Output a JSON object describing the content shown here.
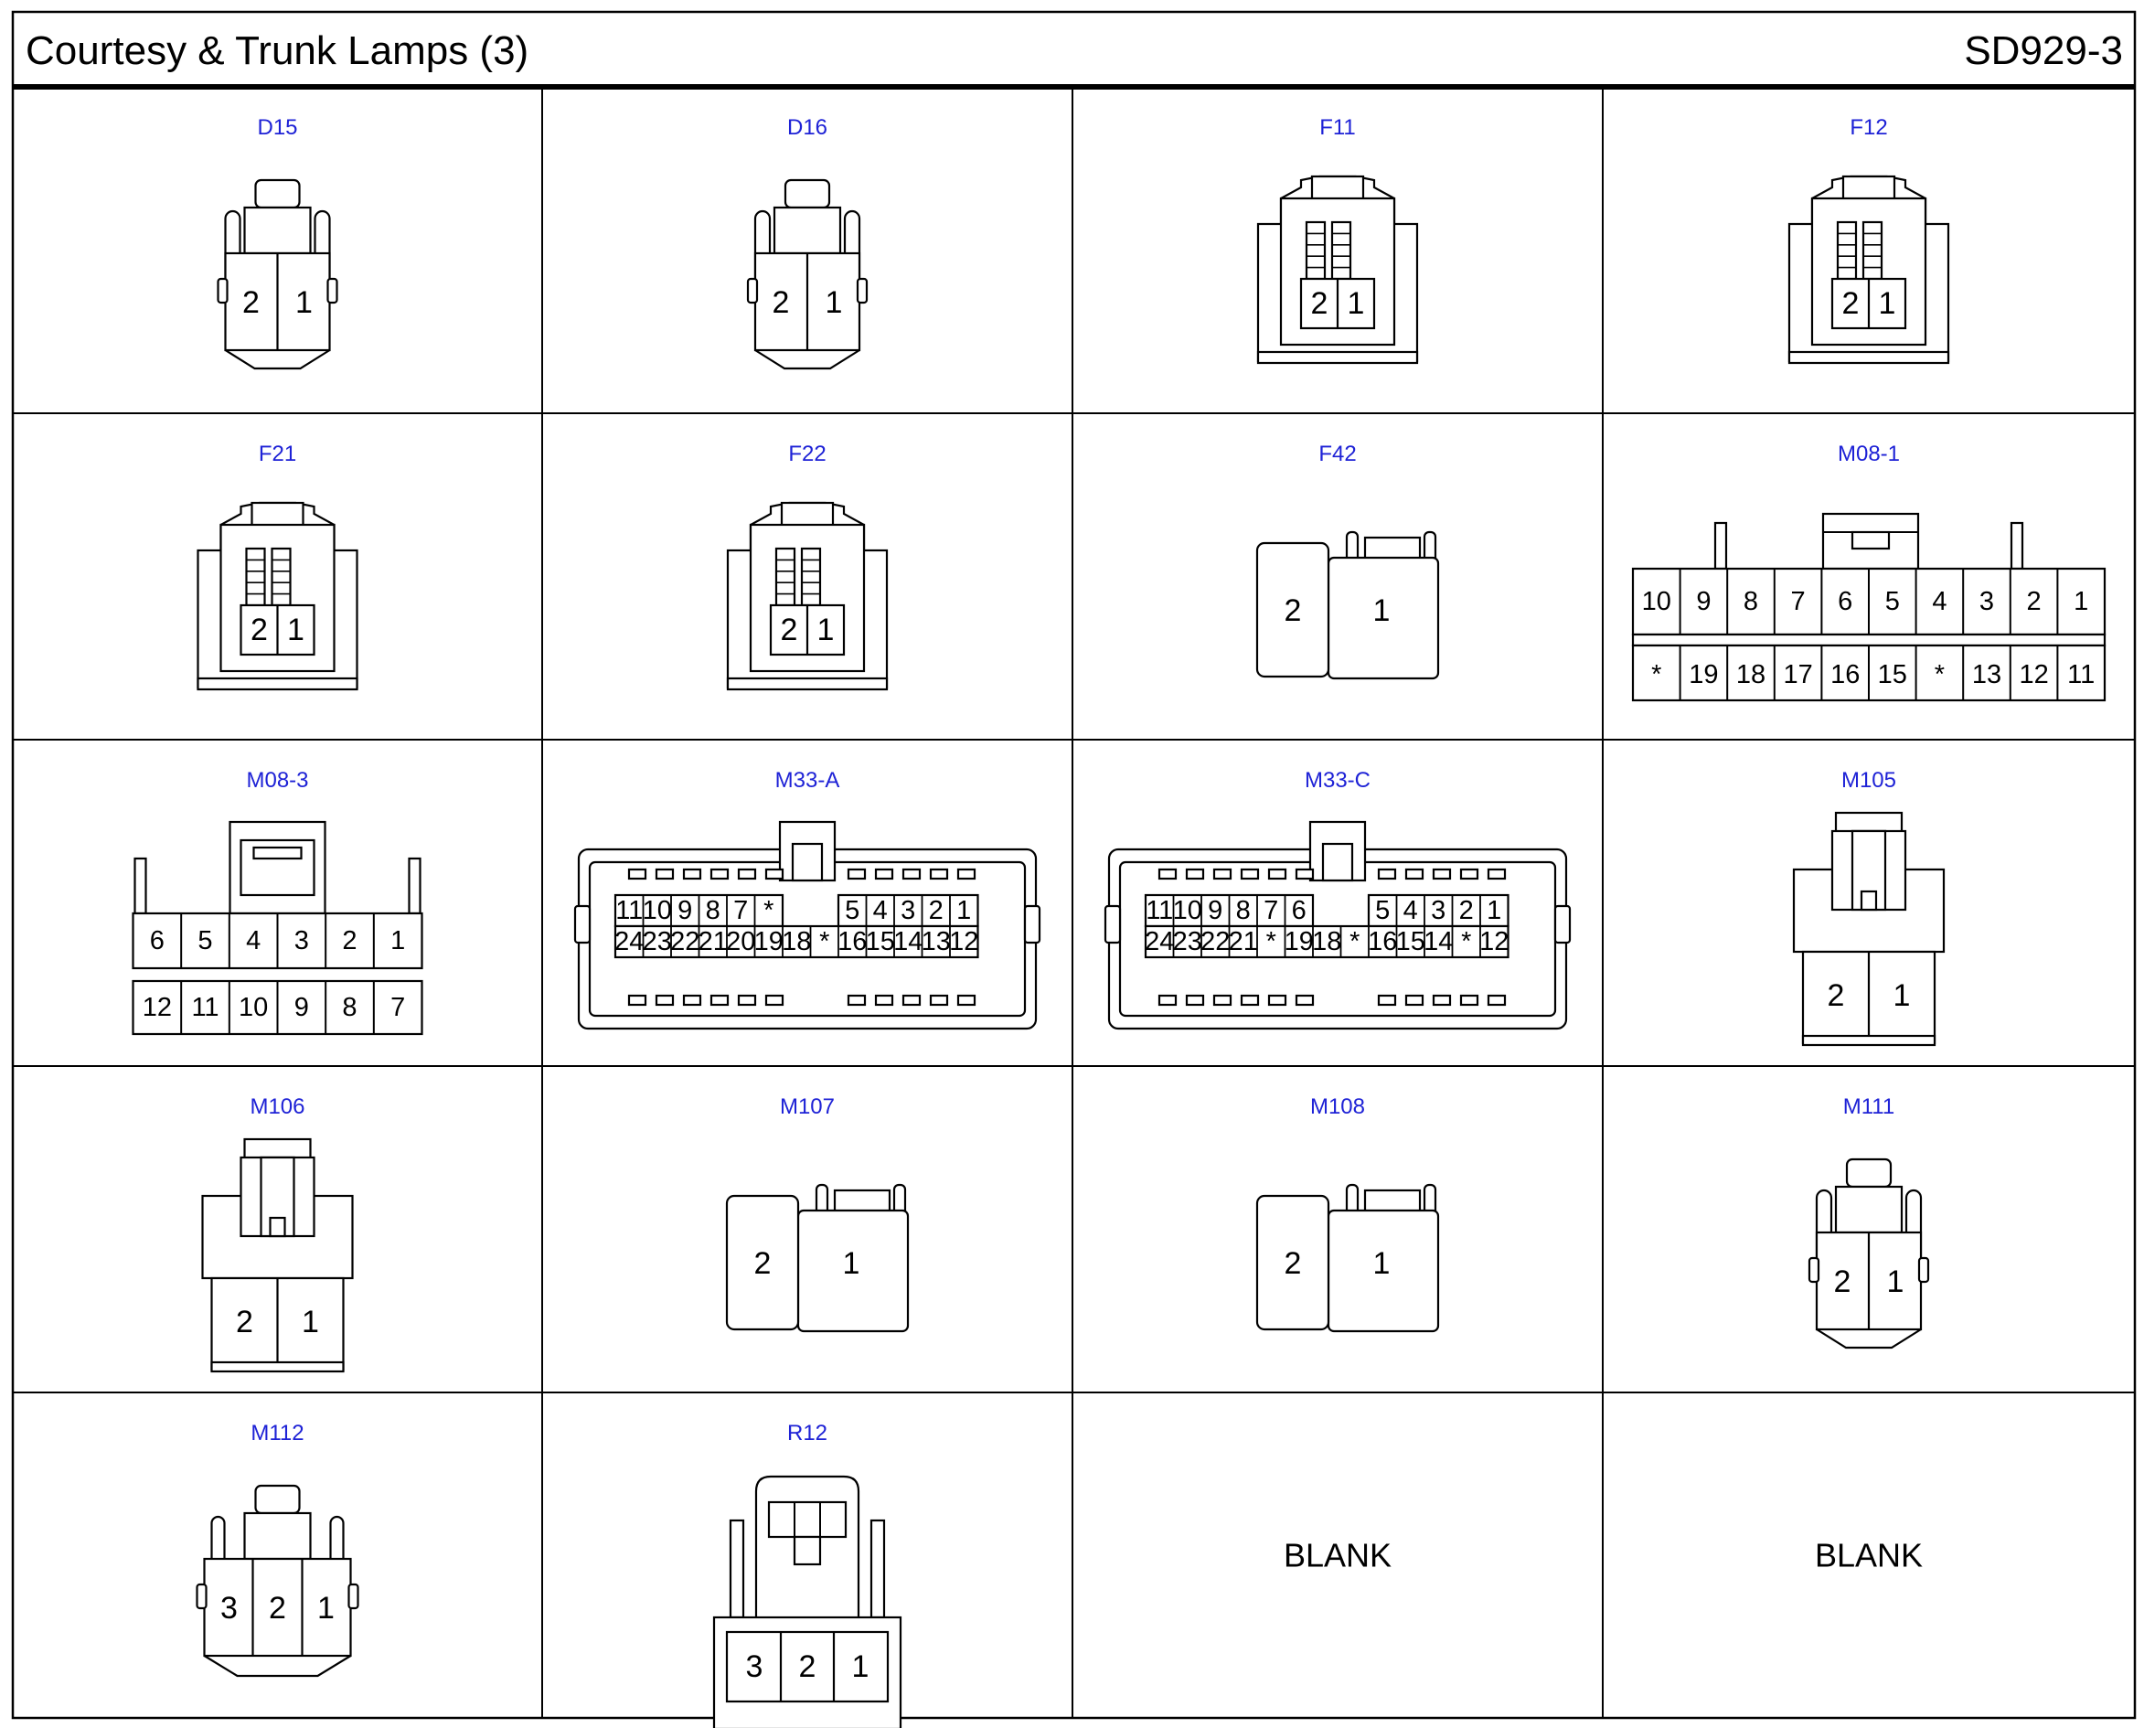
{
  "header": {
    "title": "Courtesy & Trunk Lamps (3)",
    "code": "SD929-3"
  },
  "cells": [
    {
      "label": "D15",
      "type": "pin2a",
      "pins": [
        "2",
        "1"
      ]
    },
    {
      "label": "D16",
      "type": "pin2a",
      "pins": [
        "2",
        "1"
      ]
    },
    {
      "label": "F11",
      "type": "pin2b",
      "pins": [
        "2",
        "1"
      ]
    },
    {
      "label": "F12",
      "type": "pin2b",
      "pins": [
        "2",
        "1"
      ]
    },
    {
      "label": "F21",
      "type": "pin2b",
      "pins": [
        "2",
        "1"
      ]
    },
    {
      "label": "F22",
      "type": "pin2b",
      "pins": [
        "2",
        "1"
      ]
    },
    {
      "label": "F42",
      "type": "pin2c",
      "pins": [
        "2",
        "1"
      ]
    },
    {
      "label": "M08-1",
      "type": "row20",
      "top": [
        "10",
        "9",
        "8",
        "7",
        "6",
        "5",
        "4",
        "3",
        "2",
        "1"
      ],
      "bottom": [
        "*",
        "19",
        "18",
        "17",
        "16",
        "15",
        "*",
        "13",
        "12",
        "11"
      ]
    },
    {
      "label": "M08-3",
      "type": "row12",
      "top": [
        "6",
        "5",
        "4",
        "3",
        "2",
        "1"
      ],
      "bottom": [
        "12",
        "11",
        "10",
        "9",
        "8",
        "7"
      ]
    },
    {
      "label": "M33-A",
      "type": "pin24",
      "top_left": [
        "11",
        "10",
        "9",
        "8",
        "7",
        "*"
      ],
      "top_right": [
        "5",
        "4",
        "3",
        "2",
        "1"
      ],
      "bottom": [
        "24",
        "23",
        "22",
        "21",
        "20",
        "19",
        "18",
        "*",
        "16",
        "15",
        "14",
        "13",
        "12"
      ]
    },
    {
      "label": "M33-C",
      "type": "pin24",
      "top_left": [
        "11",
        "10",
        "9",
        "8",
        "7",
        "6"
      ],
      "top_right": [
        "5",
        "4",
        "3",
        "2",
        "1"
      ],
      "bottom": [
        "24",
        "23",
        "22",
        "21",
        "*",
        "19",
        "18",
        "*",
        "16",
        "15",
        "14",
        "*",
        "12"
      ]
    },
    {
      "label": "M105",
      "type": "pin2d",
      "pins": [
        "2",
        "1"
      ]
    },
    {
      "label": "M106",
      "type": "pin2d",
      "pins": [
        "2",
        "1"
      ]
    },
    {
      "label": "M107",
      "type": "pin2c",
      "pins": [
        "2",
        "1"
      ]
    },
    {
      "label": "M108",
      "type": "pin2c",
      "pins": [
        "2",
        "1"
      ]
    },
    {
      "label": "M111",
      "type": "pin2a",
      "pins": [
        "2",
        "1"
      ]
    },
    {
      "label": "M112",
      "type": "pin3a",
      "pins": [
        "3",
        "2",
        "1"
      ]
    },
    {
      "label": "R12",
      "type": "pin3b",
      "pins": [
        "3",
        "2",
        "1"
      ]
    },
    {
      "label": "",
      "type": "blank",
      "text": "BLANK"
    },
    {
      "label": "",
      "type": "blank",
      "text": "BLANK"
    }
  ]
}
